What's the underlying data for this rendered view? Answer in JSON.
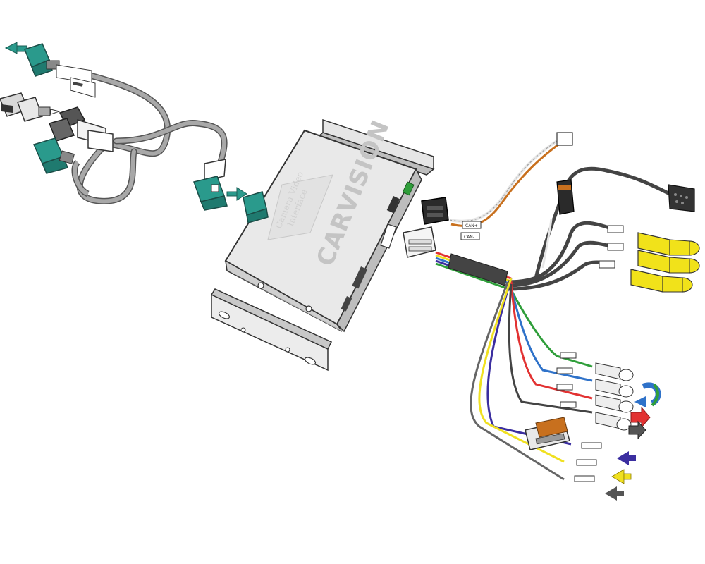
{
  "product": {
    "brand": "CARVISION",
    "label_line1": "Camera Video",
    "label_line2": "Interface"
  },
  "labels": {
    "can_high": "CAN+",
    "can_low": "CAN-"
  },
  "colors": {
    "housing": "#e6e6e6",
    "teal_connector": "#2a9a8c",
    "rca_yellow": "#f1e21a",
    "cable_gray": "#8c8c8c",
    "wire_green": "#2f9e3a",
    "wire_blue": "#2f72c9",
    "wire_red": "#e23232",
    "wire_yellow": "#f0e020",
    "wire_purple": "#3b2ea0",
    "wire_orange": "#c8701e"
  },
  "icons": [
    "arrow-left-icon",
    "arrow-right-icon",
    "u-turn-arrow-icon"
  ]
}
